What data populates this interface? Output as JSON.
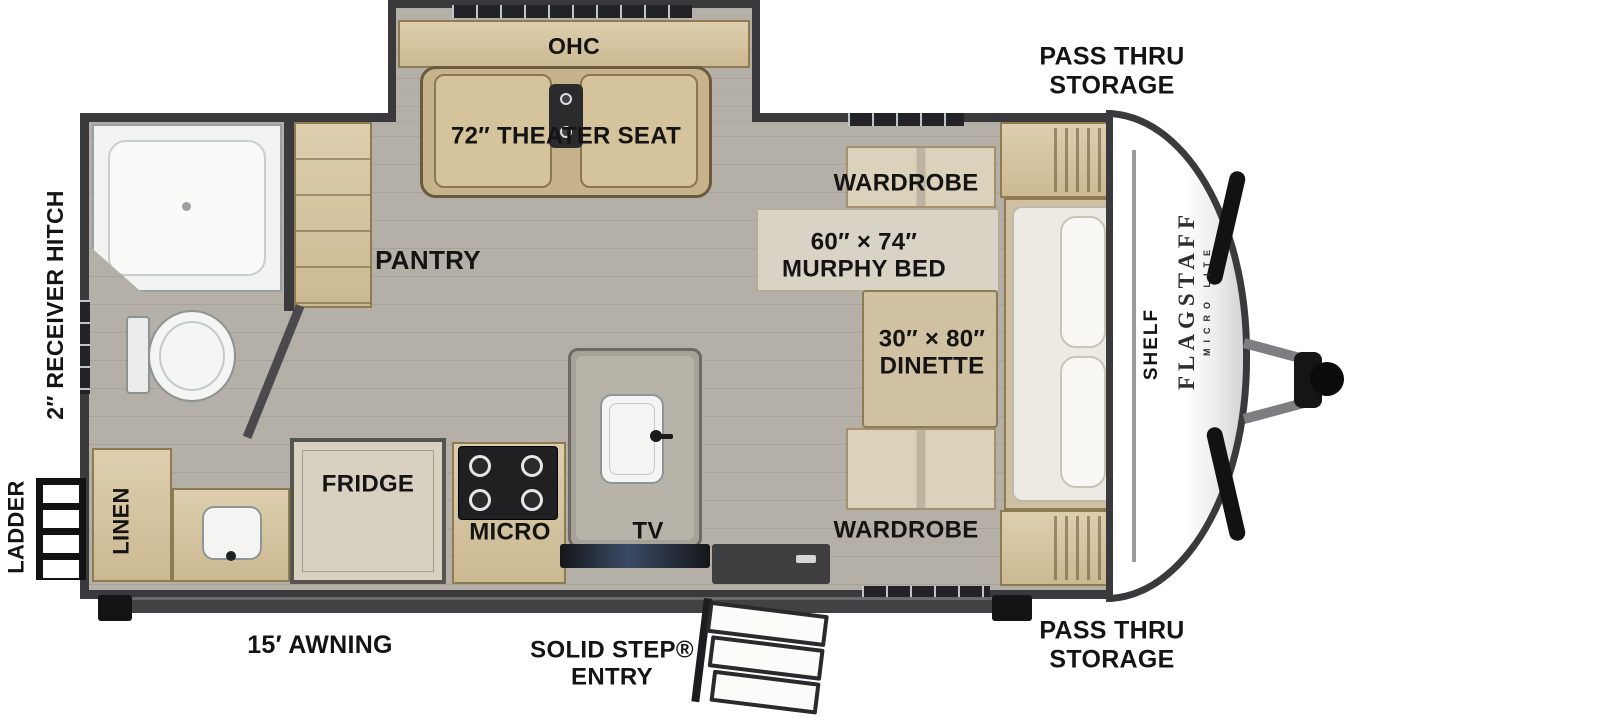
{
  "plan": {
    "labels": {
      "pass_thru_top": "PASS THRU\nSTORAGE",
      "pass_thru_bottom": "PASS THRU\nSTORAGE",
      "ohc": "OHC",
      "theater_seat": "72″ THEATER SEAT",
      "wardrobe_top": "WARDROBE",
      "murphy_bed": "60″ × 74″\nMURPHY BED",
      "dinette": "30″ × 80″\nDINETTE",
      "wardrobe_bottom": "WARDROBE",
      "pantry": "PANTRY",
      "fridge": "FRIDGE",
      "micro": "MICRO",
      "tv": "TV",
      "linen": "LINEN",
      "shelf": "SHELF",
      "ladder": "LADDER",
      "receiver_hitch": "2″ RECEIVER HITCH",
      "awning": "15′ AWNING",
      "entry": "SOLID STEP®\nENTRY"
    },
    "brand": {
      "name": "FLAGSTAFF",
      "sub": "MICRO LITE"
    },
    "colors": {
      "wall": "#3a3a3c",
      "floor": "#b5b0a7",
      "cabinet": "#d6c7a4",
      "fixture_white": "#f4f4f2",
      "brand_text": "#2e2e2e"
    }
  }
}
